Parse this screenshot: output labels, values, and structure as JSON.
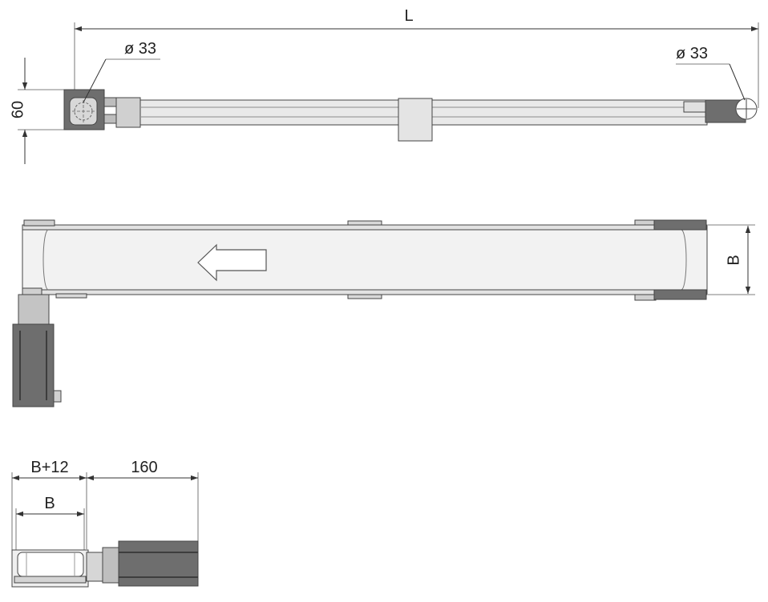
{
  "dimensions": {
    "length_label": "L",
    "diameter_left_label": "ø 33",
    "diameter_right_label": "ø 33",
    "height_label": "60",
    "width_label": "B",
    "width_total_label": "B+12",
    "width_inner_label": "B",
    "motor_length_label": "160"
  },
  "colors": {
    "line": "#333333",
    "light_fill": "#e6e6e6",
    "mid_fill": "#b9b9b9",
    "dark_fill": "#6e6e6e",
    "arrow_fill": "#ffffff"
  },
  "icons": {
    "direction": "arrow-left-icon"
  }
}
